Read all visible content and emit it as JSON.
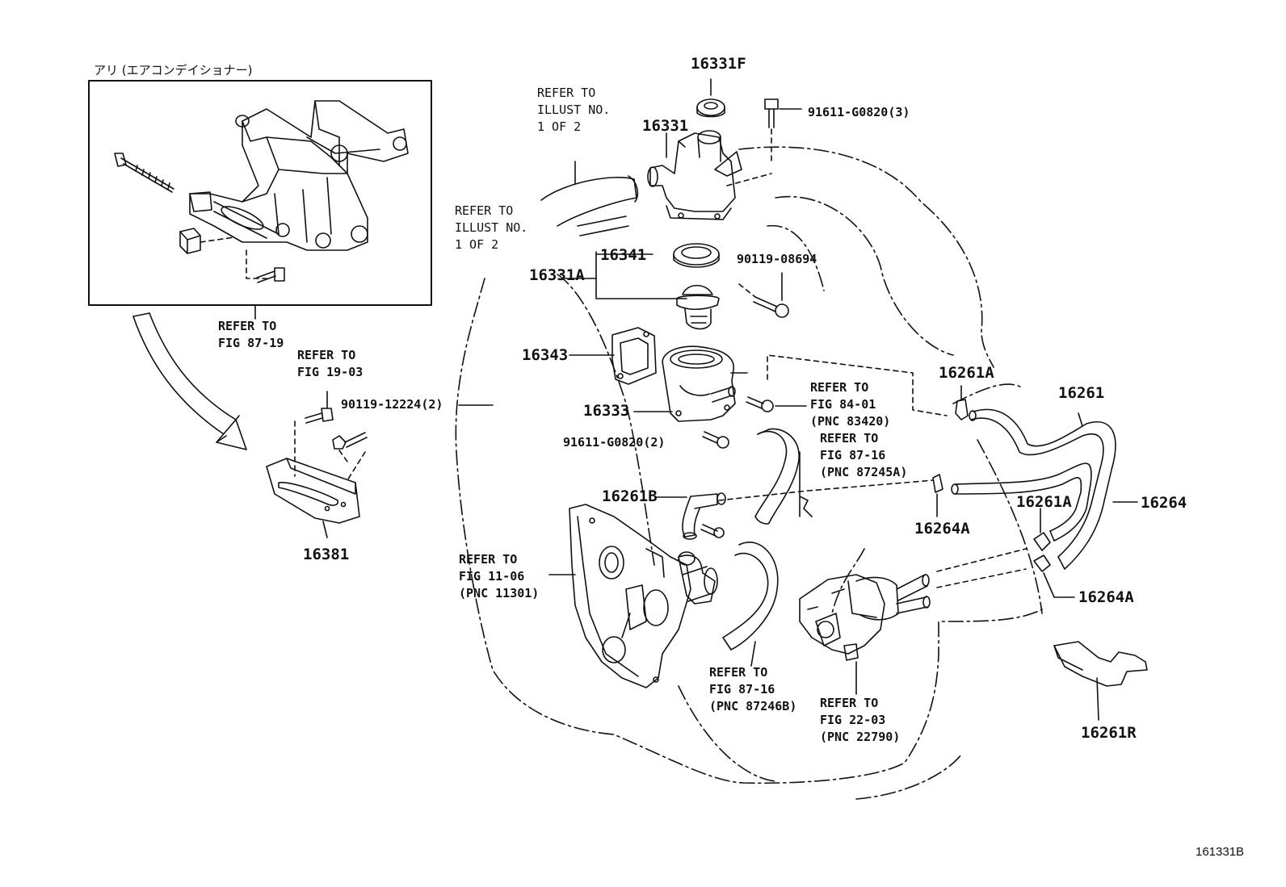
{
  "diagram": {
    "figure_id": "161331B",
    "inset": {
      "caption": "アリ (エアコンデイショナー)"
    },
    "part_numbers": {
      "p16331F": "16331F",
      "p16331": "16331",
      "p91611_G0820_3": "91611-G0820(3)",
      "p16341": "16341",
      "p16331A": "16331A",
      "p90119_08694": "90119-08694",
      "p16343": "16343",
      "p16333": "16333",
      "p91611_G0820_2": "91611-G0820(2)",
      "p16261B": "16261B",
      "p16261A_top": "16261A",
      "p16261": "16261",
      "p16264A_mid": "16264A",
      "p16261A_right": "16261A",
      "p16264": "16264",
      "p16264A_right": "16264A",
      "p16261R": "16261R",
      "p90119_12224_2": "90119-12224(2)",
      "p16381": "16381"
    },
    "references": {
      "illust_top": [
        "REFER TO",
        "ILLUST NO.",
        "1 OF 2"
      ],
      "illust_mid": [
        "REFER TO",
        "ILLUST NO.",
        "1 OF 2"
      ],
      "fig_87_19": [
        "REFER TO",
        "FIG 87-19"
      ],
      "fig_19_03": [
        "REFER TO",
        "FIG 19-03"
      ],
      "fig_84_01": [
        "REFER TO",
        "FIG 84-01",
        "(PNC 83420)"
      ],
      "fig_87_16_a": [
        "REFER TO",
        "FIG 87-16",
        "(PNC 87245A)"
      ],
      "fig_11_06": [
        "REFER TO",
        "FIG 11-06",
        "(PNC 11301)"
      ],
      "fig_87_16_b": [
        "REFER TO",
        "FIG 87-16",
        "(PNC 87246B)"
      ],
      "fig_22_03": [
        "REFER TO",
        "FIG 22-03",
        "(PNC 22790)"
      ]
    },
    "colors": {
      "ink": "#111111",
      "background": "#ffffff"
    }
  }
}
